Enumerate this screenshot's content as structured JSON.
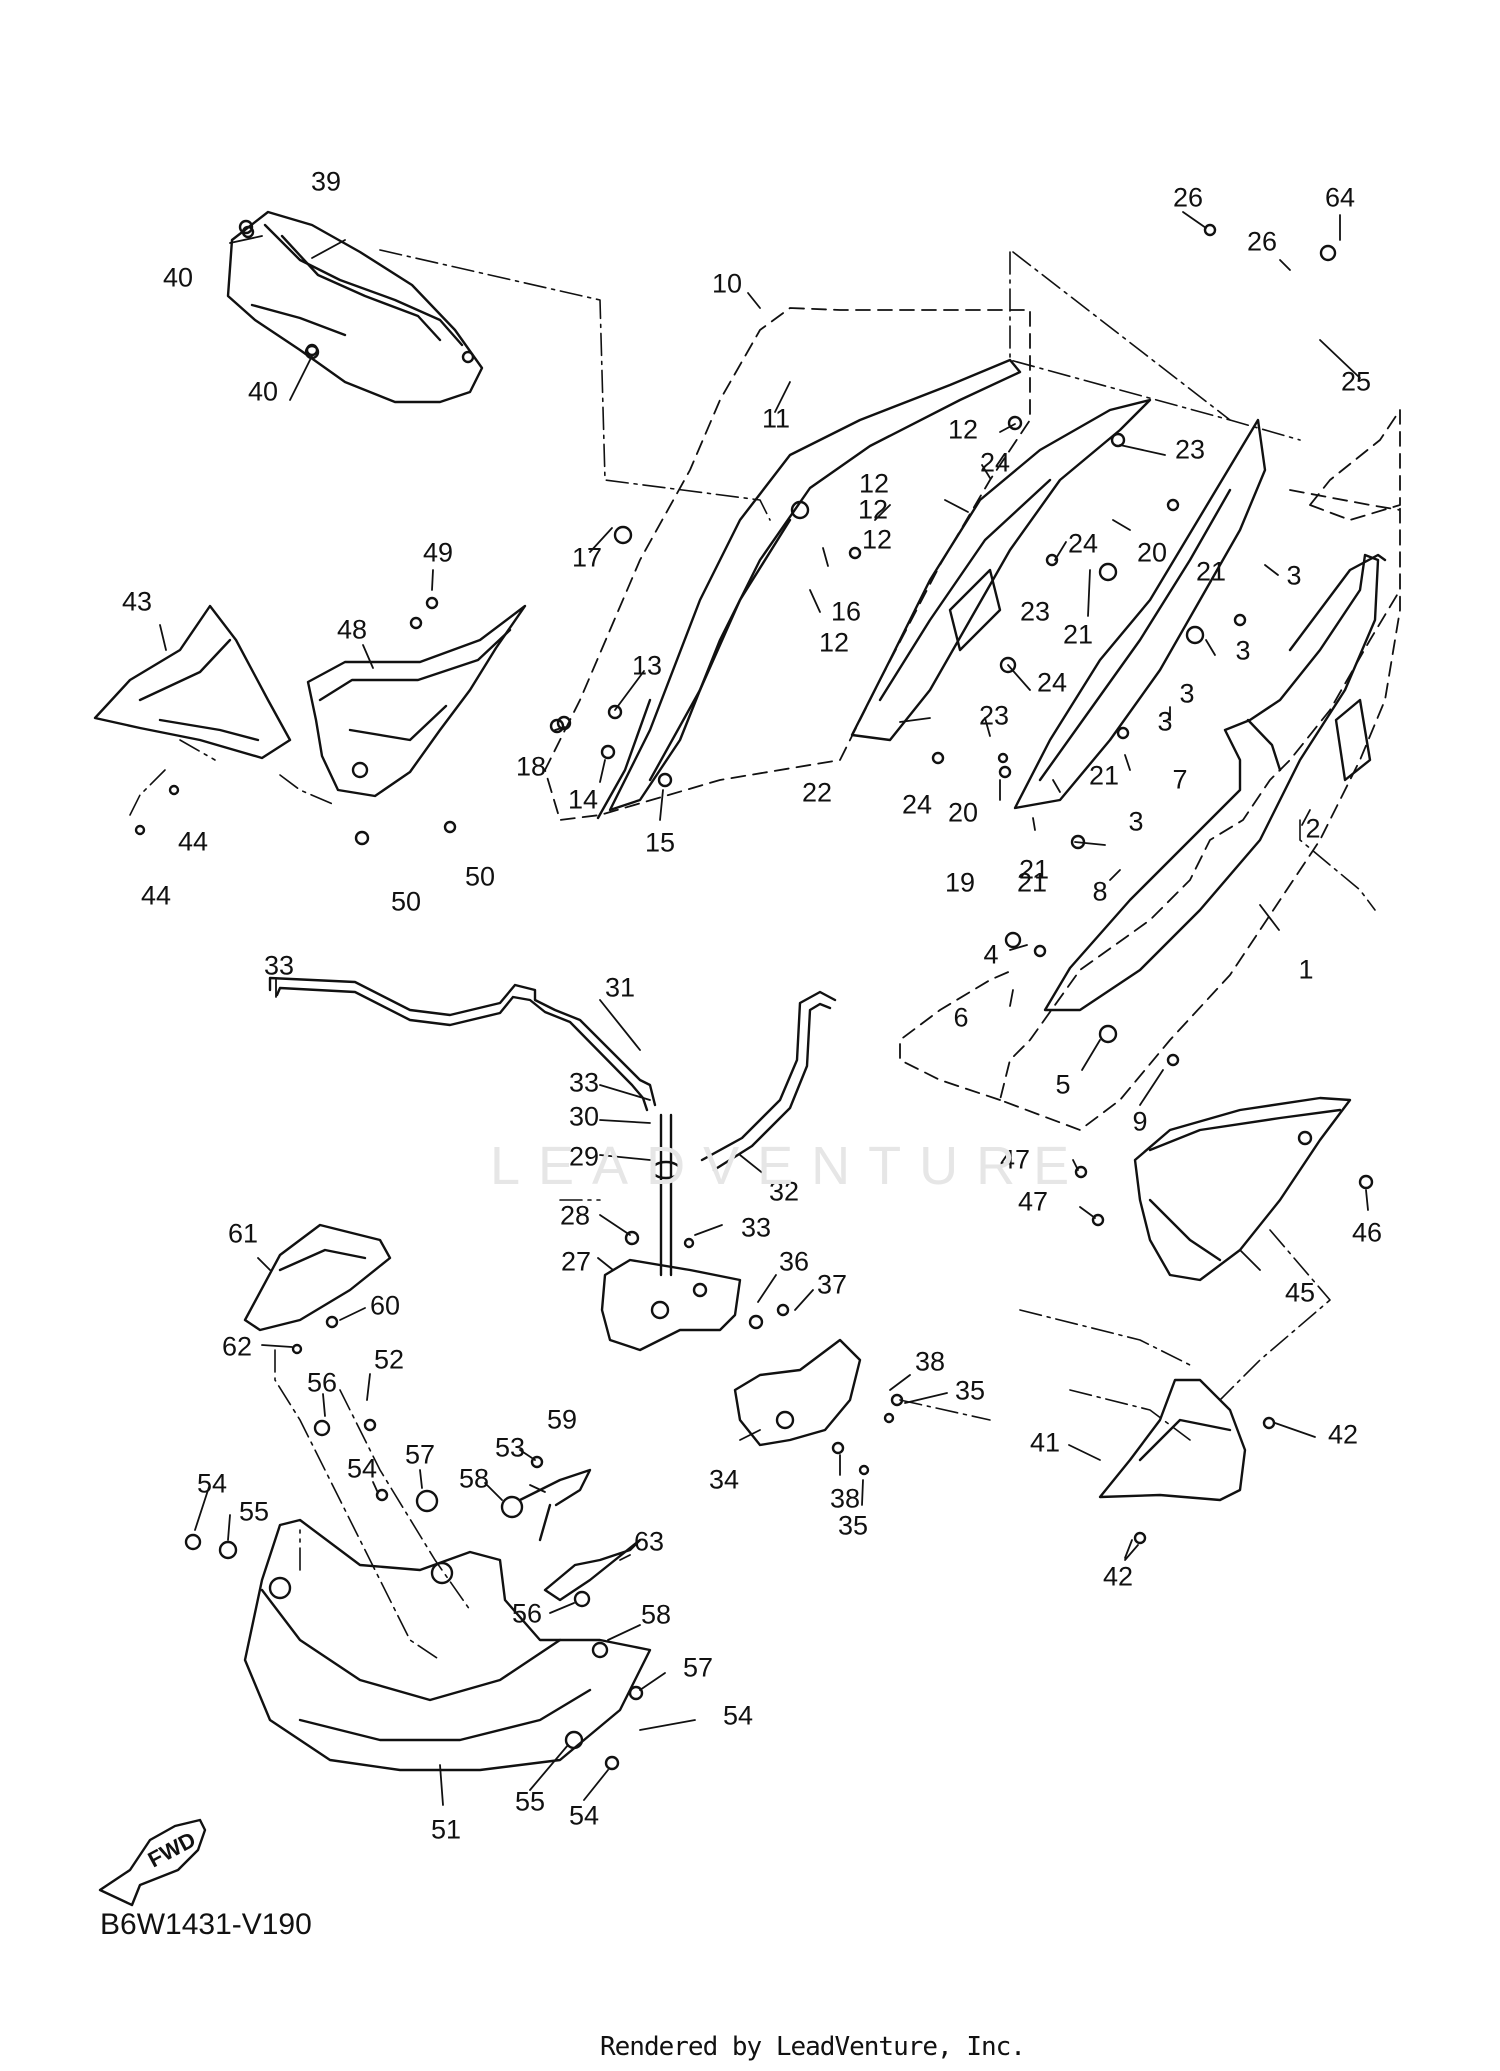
{
  "diagram_code": "B6W1431-V190",
  "footer_credit": "Rendered by LeadVenture, Inc.",
  "watermark_text": "LEADVENTURE",
  "fwd_label": "FWD",
  "callouts": [
    "39",
    "40",
    "40",
    "26",
    "64",
    "26",
    "25",
    "10",
    "11",
    "12",
    "23",
    "12",
    "24",
    "12",
    "20",
    "12",
    "24",
    "23",
    "21",
    "3",
    "16",
    "21",
    "21",
    "12",
    "3",
    "17",
    "49",
    "43",
    "48",
    "13",
    "3",
    "24",
    "3",
    "23",
    "7",
    "22",
    "18",
    "14",
    "15",
    "24",
    "20",
    "21",
    "2",
    "44",
    "44",
    "50",
    "50",
    "19",
    "21",
    "8",
    "3",
    "1",
    "4",
    "6",
    "5",
    "9",
    "33",
    "31",
    "33",
    "30",
    "29",
    "32",
    "47",
    "47",
    "46",
    "28",
    "33",
    "27",
    "36",
    "37",
    "45",
    "61",
    "60",
    "62",
    "52",
    "56",
    "38",
    "35",
    "41",
    "42",
    "54",
    "59",
    "53",
    "57",
    "58",
    "54",
    "55",
    "34",
    "38",
    "35",
    "42",
    "63",
    "56",
    "58",
    "57",
    "54",
    "51",
    "55",
    "54"
  ]
}
